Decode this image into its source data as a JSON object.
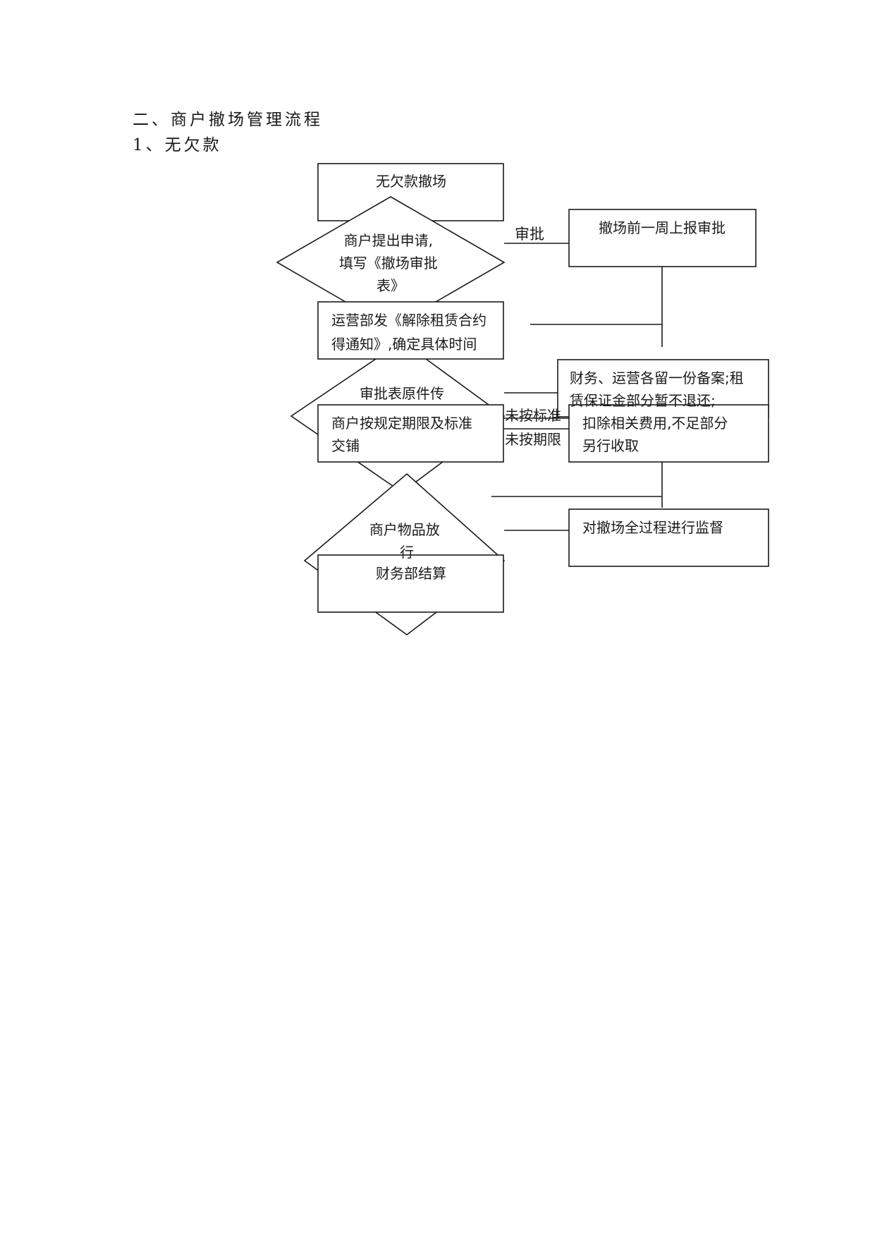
{
  "document": {
    "section_title": "二、商户撤场管理流程",
    "subsection_title": "1、无欠款"
  },
  "flowchart": {
    "box_start": {
      "lines": [
        "无欠款撤场"
      ]
    },
    "decision_apply": {
      "lines": [
        "商户提出申请,",
        "填写《撤场审批",
        "表》"
      ]
    },
    "box_approve_week": {
      "lines": [
        "撤场前一周上报审批"
      ]
    },
    "edge_approve": "审批",
    "box_notice": {
      "lines": [
        "运营部发《解除租赁合约",
        "得通知》,确定具体时间"
      ]
    },
    "decision_transfer": {
      "lines": [
        "审批表原件传"
      ]
    },
    "box_archive": {
      "lines": [
        "财务、运营各留一份备案;租",
        "赁保证金部分暂不退还;"
      ]
    },
    "box_handover": {
      "lines": [
        "商户按规定期限及标准",
        "交铺"
      ]
    },
    "edge_not_standard": "未按标准",
    "edge_not_deadline": "未按期限",
    "box_deduct": {
      "lines": [
        "扣除相关费用,不足部分",
        "另行收取"
      ]
    },
    "decision_release": {
      "lines": [
        "商户物品放",
        "行"
      ]
    },
    "box_supervise": {
      "lines": [
        "对撤场全过程进行监督"
      ]
    },
    "box_settle": {
      "lines": [
        "财务部结算"
      ]
    }
  }
}
